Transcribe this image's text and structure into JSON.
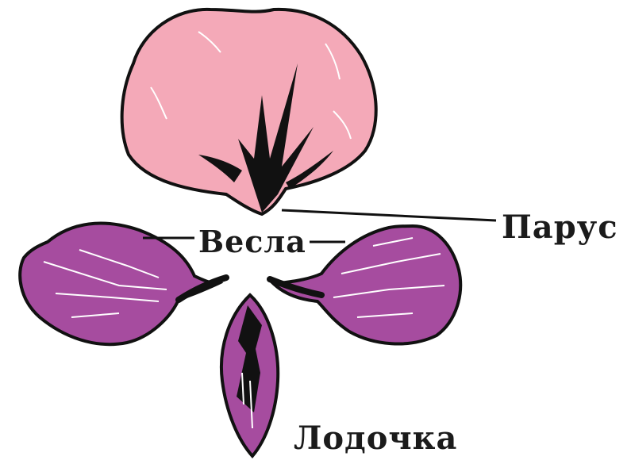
{
  "labels": {
    "sail": "Парус",
    "oars": "Весла",
    "keel": "Лодочка"
  },
  "colors": {
    "sail_fill": "#f4a9b8",
    "wing_fill": "#a64c9f",
    "keel_fill": "#a64c9f",
    "outline": "#111111",
    "vein": "#ffffff"
  }
}
